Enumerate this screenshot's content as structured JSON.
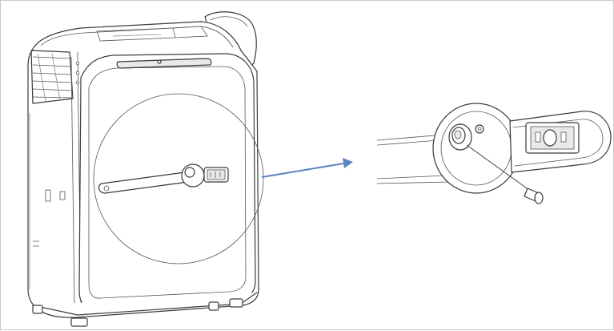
{
  "figure": {
    "colors": {
      "line": "#3a3a3a",
      "arrow": "#5b84c0",
      "frame_border": "#c8c8c8"
    },
    "icons": [
      "portable-air-conditioner",
      "magnifier-circle",
      "pointer-arrow",
      "water-drain-plug-detail",
      "screw"
    ]
  }
}
